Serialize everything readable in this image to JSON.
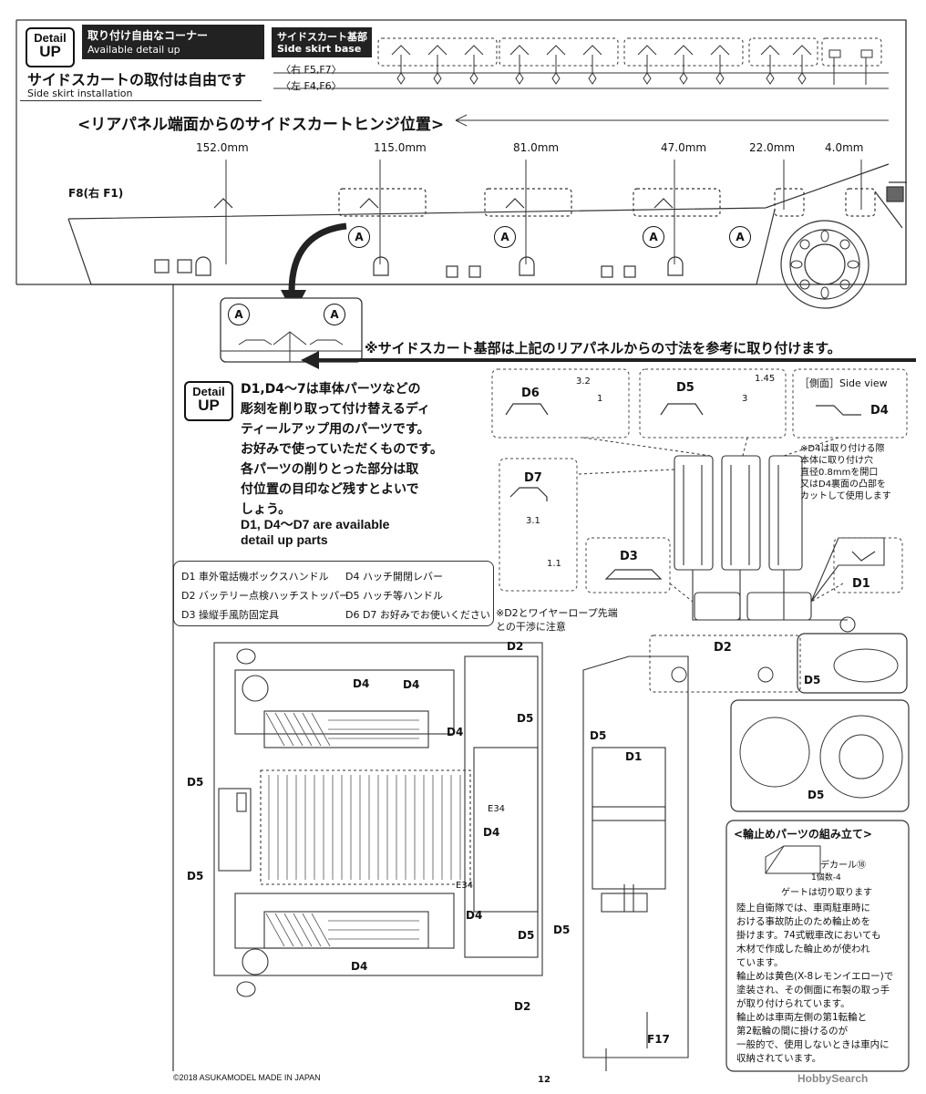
{
  "header": {
    "badge_line1": "Detail",
    "badge_line2": "UP",
    "corner_title_jp": "取り付け自由なコーナー",
    "corner_title_en": "Available detail up",
    "section_title_jp": "サイドスカートの取付は自由です",
    "section_title_en": "Side skirt installation"
  },
  "skirt_base": {
    "title_jp": "サイドスカート基部",
    "title_en": "Side skirt base",
    "right_parts": "〈右 F5,F7〉",
    "left_parts": "〈左 F4,F6〉"
  },
  "hinge_section": {
    "title": "<リアパネル端面からのサイドスカートヒンジ位置>",
    "measurements": [
      "152.0mm",
      "115.0mm",
      "81.0mm",
      "47.0mm",
      "22.0mm",
      "4.0mm"
    ],
    "part_label": "F8(右 F1)",
    "marker": "A",
    "note": "※サイドスカート基部は上記のリアパネルからの寸法を参考に取り付けます。"
  },
  "detail_parts": {
    "description_jp": [
      "D1,D4～7は車体パーツなどの",
      "彫刻を削り取って付け替えるディ",
      "ティールアップ用のパーツです。",
      "お好みで使っていただくものです。",
      "各パーツの削りとった部分は取",
      "付位置の目印など残すとよいで",
      "しょう。"
    ],
    "description_en": [
      "D1, D4～D7 are available",
      "detail up parts"
    ],
    "legend": [
      [
        "D1 車外電話機ボックスハンドル",
        "D4 ハッチ開閉レバー"
      ],
      [
        "D2 バッテリー点検ハッチストッパー",
        "D5 ハッチ等ハンドル"
      ],
      [
        "D3 操縦手風防固定具",
        "D6 D7 お好みでお使いください"
      ]
    ]
  },
  "parts": {
    "d6": {
      "label": "D6",
      "dim_w": "3.2",
      "dim_h": "1"
    },
    "d5": {
      "label": "D5",
      "dim_w": "3",
      "dim_h": "1.45"
    },
    "side_view": {
      "title": "［側面］Side view",
      "label": "D4"
    },
    "d4_note": [
      "※D4は取り付ける際",
      "本体に取り付け穴",
      "直径0.8mmを開口",
      "又はD4裏面の凸部を",
      "カットして使用します"
    ],
    "d7": {
      "label": "D7",
      "dim_w": "3.1",
      "dim_h": "1.1"
    },
    "d3": {
      "label": "D3"
    },
    "d1": {
      "label": "D1"
    },
    "d2_note": [
      "※D2とワイヤーロープ先端",
      "との干渉に注意"
    ],
    "d2": {
      "label": "D2"
    }
  },
  "hull_labels": {
    "d2": "D2",
    "d4": "D4",
    "d5": "D5",
    "e34": "E34",
    "d1": "D1",
    "f17": "F17"
  },
  "wheel_chock": {
    "title": "<輪止めパーツの組み立て>",
    "decal": "デカール⑱",
    "decal_sub": "1個数-4",
    "gate": "ゲートは切り取ります",
    "text": [
      "陸上自衛隊では、車両駐車時に",
      "おける事故防止のため輪止めを",
      "掛けます。74式戦車改においても",
      "木材で作成した輪止めが使われ",
      "ています。",
      "輪止めは黄色(X-8レモンイエロー)で",
      "塗装され、その側面に布製の取っ手",
      "が取り付けられています。",
      "輪止めは車両左側の第1転輪と",
      "第2転輪の間に掛けるのが",
      "一般的で、使用しないときは車内に",
      "収納されています。"
    ]
  },
  "footer": {
    "copyright": "©2018 ASUKAMODEL   MADE IN JAPAN",
    "page": "12",
    "watermark": "HobbySearch"
  }
}
